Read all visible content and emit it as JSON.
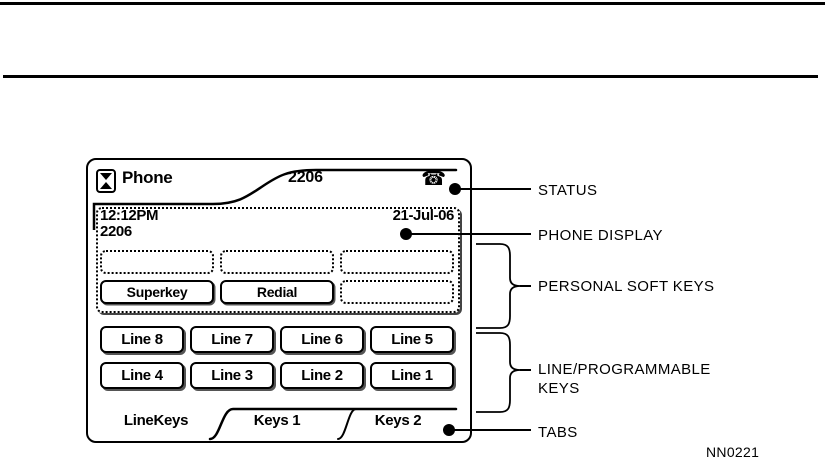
{
  "figure": {
    "caption": "NN0221"
  },
  "phone": {
    "titlebar": {
      "scroll_icon": "scroll-up-down-icon",
      "title": "Phone",
      "extension": "2206",
      "status_icon": "☎"
    },
    "display": {
      "time": "12:12PM",
      "extension": "2206",
      "date": "21-Jul-06"
    },
    "personal_soft_keys": {
      "row1": [
        {
          "label": "",
          "state": "empty"
        },
        {
          "label": "",
          "state": "empty"
        },
        {
          "label": "",
          "state": "empty"
        }
      ],
      "row2": [
        {
          "label": "Superkey",
          "state": "filled"
        },
        {
          "label": "Redial",
          "state": "filled"
        },
        {
          "label": "",
          "state": "empty"
        }
      ]
    },
    "line_keys": {
      "row1": [
        {
          "label": "Line 8"
        },
        {
          "label": "Line 7"
        },
        {
          "label": "Line 6"
        },
        {
          "label": "Line 5"
        }
      ],
      "row2": [
        {
          "label": "Line 4"
        },
        {
          "label": "Line 3"
        },
        {
          "label": "Line 2"
        },
        {
          "label": "Line 1"
        }
      ]
    },
    "tabs": [
      {
        "label": "LineKeys",
        "active": false
      },
      {
        "label": "Keys 1",
        "active": true
      },
      {
        "label": "Keys 2",
        "active": false
      }
    ]
  },
  "callouts": {
    "status": "STATUS",
    "phone_display": "PHONE DISPLAY",
    "personal_soft_keys": "PERSONAL SOFT KEYS",
    "line_programmable_keys": "LINE/PROGRAMMABLE\nKEYS",
    "tabs": "TABS"
  },
  "colors": {
    "ink": "#000000",
    "paper": "#ffffff",
    "shadow": "#555555"
  }
}
